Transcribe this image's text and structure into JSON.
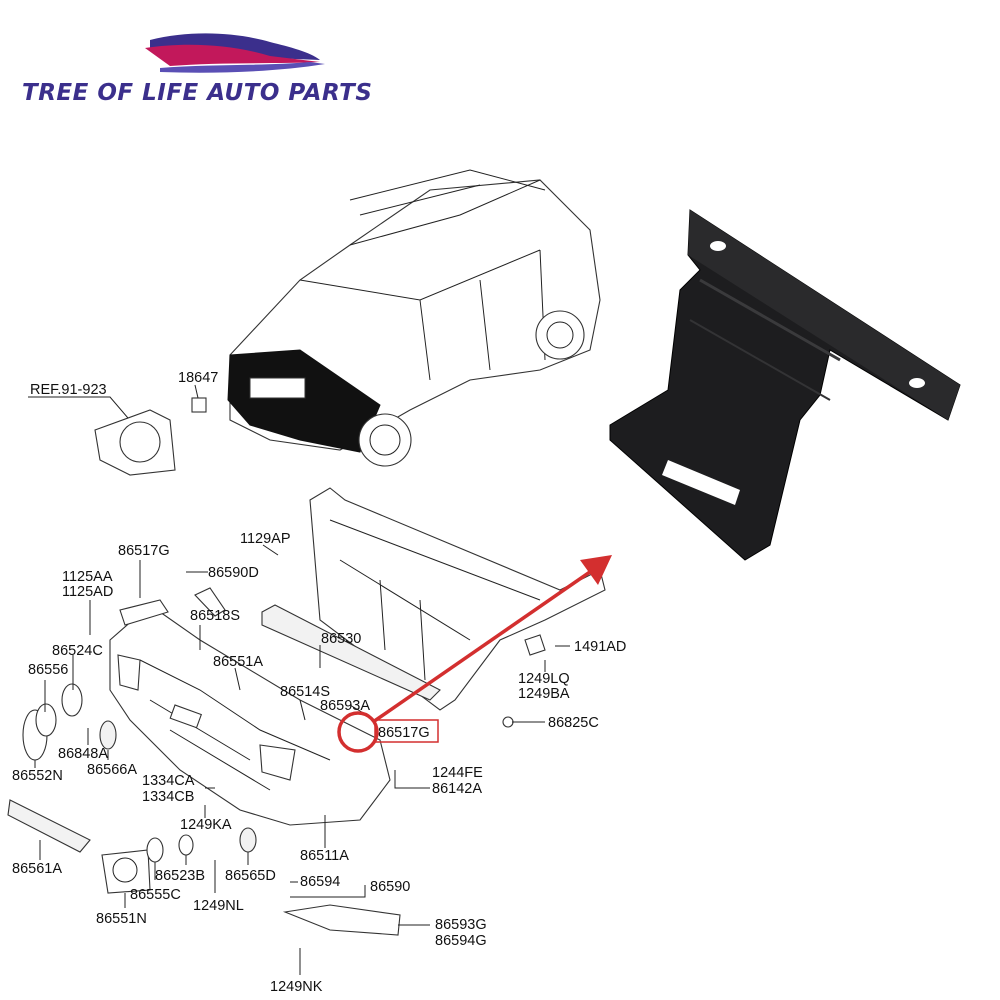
{
  "brand": {
    "name": "TREE OF LIFE AUTO PARTS",
    "text_color": "#3b2f8c",
    "logo_colors": [
      "#c2185b",
      "#3b2f8c",
      "#5a4fb5"
    ]
  },
  "highlight": {
    "part": "86517G",
    "color": "#d32f2f"
  },
  "labels": {
    "ref": "REF.91-923",
    "l18647": "18647",
    "l86517G_top": "86517G",
    "l1129AP": "1129AP",
    "l86590D": "86590D",
    "l1125AA": "1125AA",
    "l1125AD": "1125AD",
    "l86518S": "86518S",
    "l86551A": "86551A",
    "l86530": "86530",
    "l86524C": "86524C",
    "l86556": "86556",
    "l86514S": "86514S",
    "l86593A": "86593A",
    "l86517G_hl": "86517G",
    "l1491AD": "1491AD",
    "l1249LQ": "1249LQ",
    "l1249BA": "1249BA",
    "l86825C": "86825C",
    "l86848A": "86848A",
    "l86566A": "86566A",
    "l86552N": "86552N",
    "l1334CA": "1334CA",
    "l1334CB": "1334CB",
    "l1244FE": "1244FE",
    "l86142A": "86142A",
    "l1249KA": "1249KA",
    "l86511A": "86511A",
    "l86561A": "86561A",
    "l86523B": "86523B",
    "l86565D": "86565D",
    "l86594": "86594",
    "l86590": "86590",
    "l86555C": "86555C",
    "l1249NL": "1249NL",
    "l86551N": "86551N",
    "l86593G": "86593G",
    "l86594G": "86594G",
    "l1249NK": "1249NK"
  }
}
